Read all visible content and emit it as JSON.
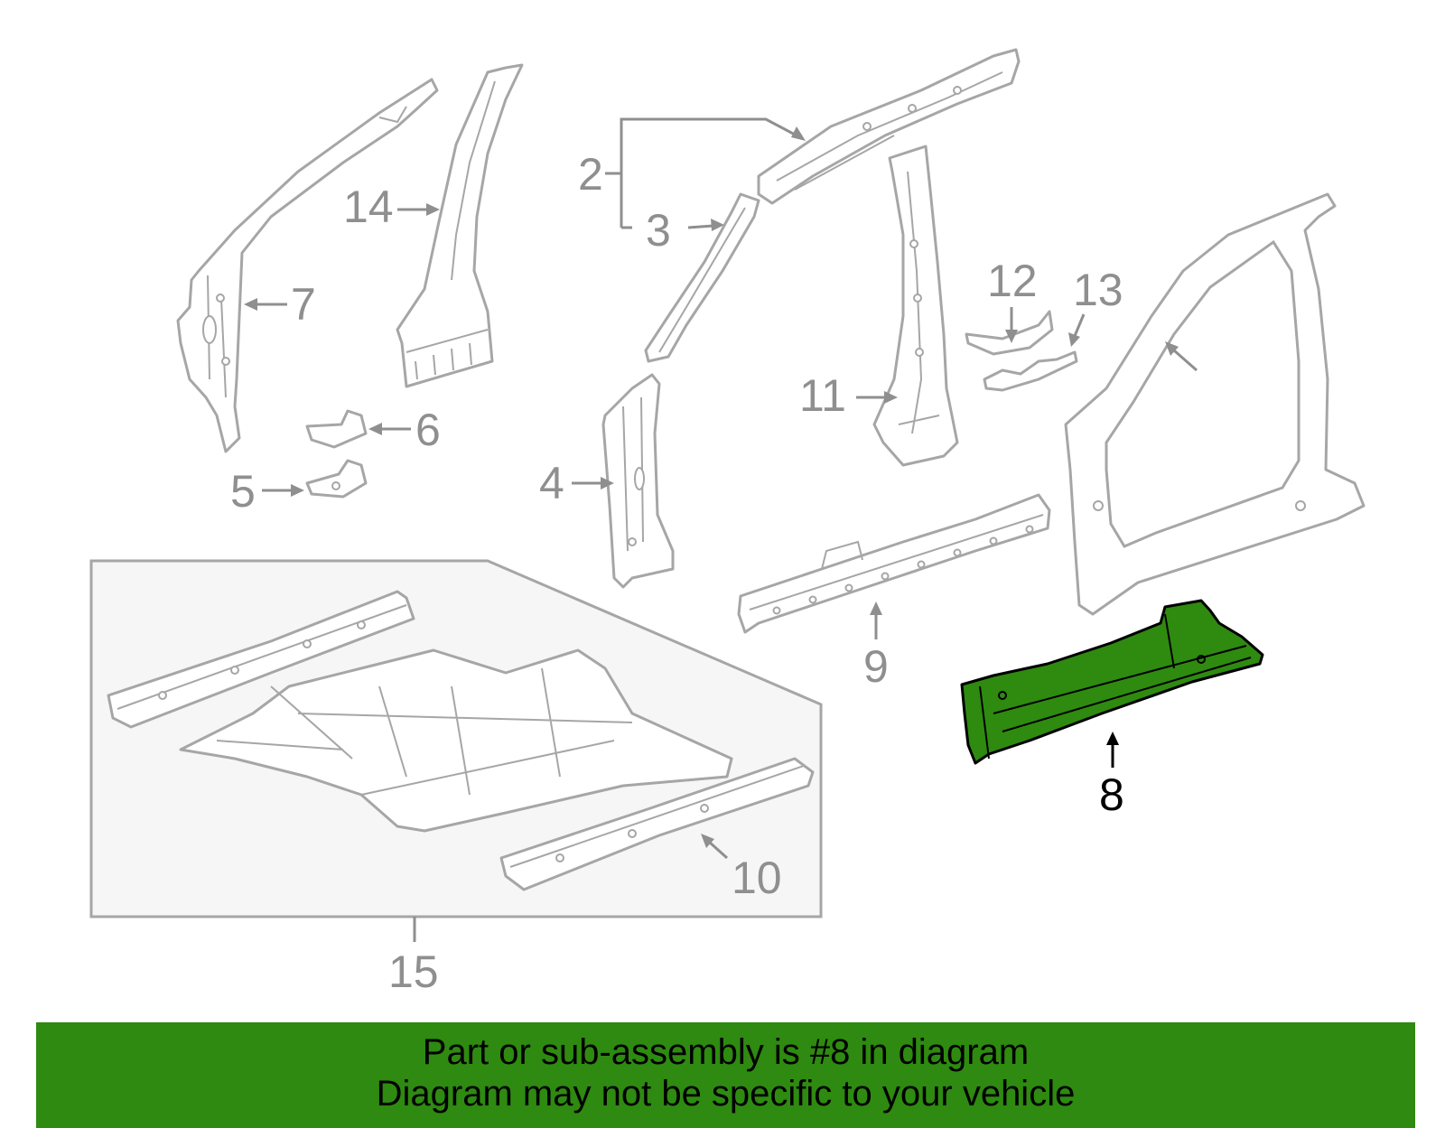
{
  "diagram": {
    "callouts": [
      {
        "id": "2",
        "label": "2"
      },
      {
        "id": "3",
        "label": "3"
      },
      {
        "id": "4",
        "label": "4"
      },
      {
        "id": "5",
        "label": "5"
      },
      {
        "id": "6",
        "label": "6"
      },
      {
        "id": "7",
        "label": "7"
      },
      {
        "id": "8",
        "label": "8",
        "highlighted": true
      },
      {
        "id": "9",
        "label": "9"
      },
      {
        "id": "10",
        "label": "10"
      },
      {
        "id": "11",
        "label": "11"
      },
      {
        "id": "12",
        "label": "12"
      },
      {
        "id": "13",
        "label": "13"
      },
      {
        "id": "14",
        "label": "14"
      },
      {
        "id": "15",
        "label": "15"
      }
    ],
    "highlight_color": "#2e8a10",
    "part_outline_color": "#a6a6a6"
  },
  "banner": {
    "line1": "Part or sub-assembly is #8 in diagram",
    "line2": "Diagram may not be specific to your vehicle",
    "color": "#2e8a10"
  }
}
